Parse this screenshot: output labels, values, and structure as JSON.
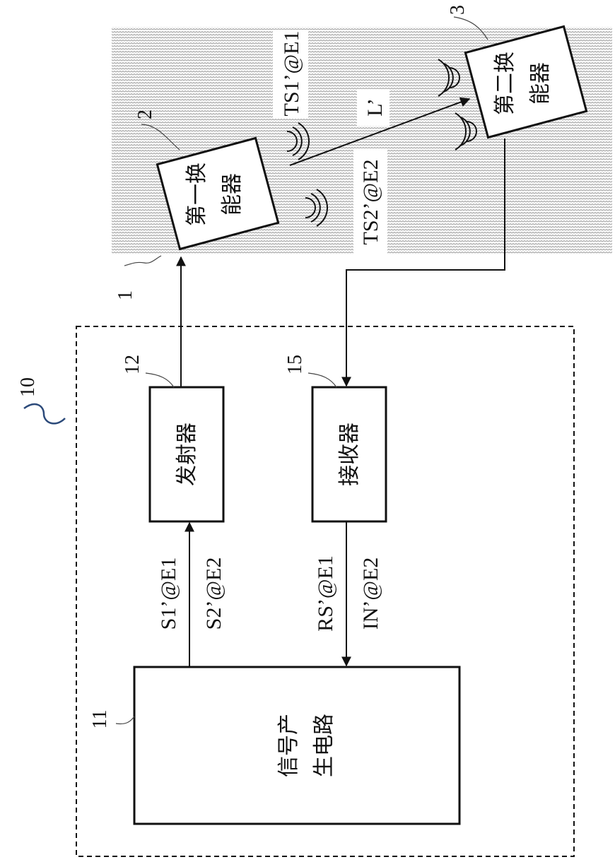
{
  "labels": {
    "system": "10",
    "medium": "1",
    "transducer1_ref": "2",
    "transducer2_ref": "3",
    "generator_ref": "11",
    "transmitter_ref": "12",
    "receiver_ref": "15"
  },
  "blocks": {
    "transducer1": [
      "第一换",
      "能器"
    ],
    "transducer2": [
      "第二换",
      "能器"
    ],
    "transmitter": "发射器",
    "receiver": "接收器",
    "generator": [
      "信号产",
      "生电路"
    ]
  },
  "signals": {
    "s1": "S1’@E1",
    "s2": "S2’@E2",
    "rs": "RS’@E1",
    "in": "IN’@E2",
    "ts1": "TS1’@E1",
    "ts2": "TS2’@E2",
    "path": "L’"
  },
  "colors": {
    "stroke": "#111111",
    "system_squiggle": "#2c4a7a"
  }
}
